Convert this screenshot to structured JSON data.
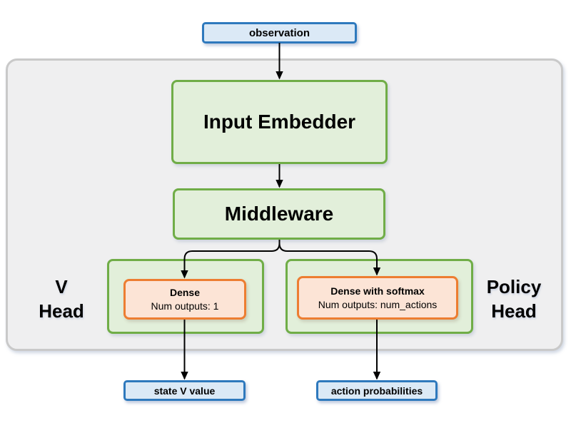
{
  "colors": {
    "blue_border": "#2e79bd",
    "blue_fill": "#dbe9f6",
    "green_border": "#70ad47",
    "green_fill": "#e2efda",
    "orange_border": "#ed7d31",
    "orange_fill": "#fce4d6",
    "container_border": "#c9c9c9",
    "container_fill": "#efeff0",
    "arrow": "#000000",
    "text": "#000000"
  },
  "nodes": {
    "observation": "observation",
    "input_embedder": "Input Embedder",
    "middleware": "Middleware",
    "v_head": {
      "line1": "V",
      "line2": "Head"
    },
    "policy_head": {
      "line1": "Policy",
      "line2": "Head"
    },
    "dense_v": {
      "title": "Dense",
      "subtitle": "Num outputs: 1"
    },
    "dense_policy": {
      "title": "Dense with softmax",
      "subtitle": "Num outputs: num_actions"
    },
    "state_v_value": "state V value",
    "action_probabilities": "action probabilities"
  }
}
